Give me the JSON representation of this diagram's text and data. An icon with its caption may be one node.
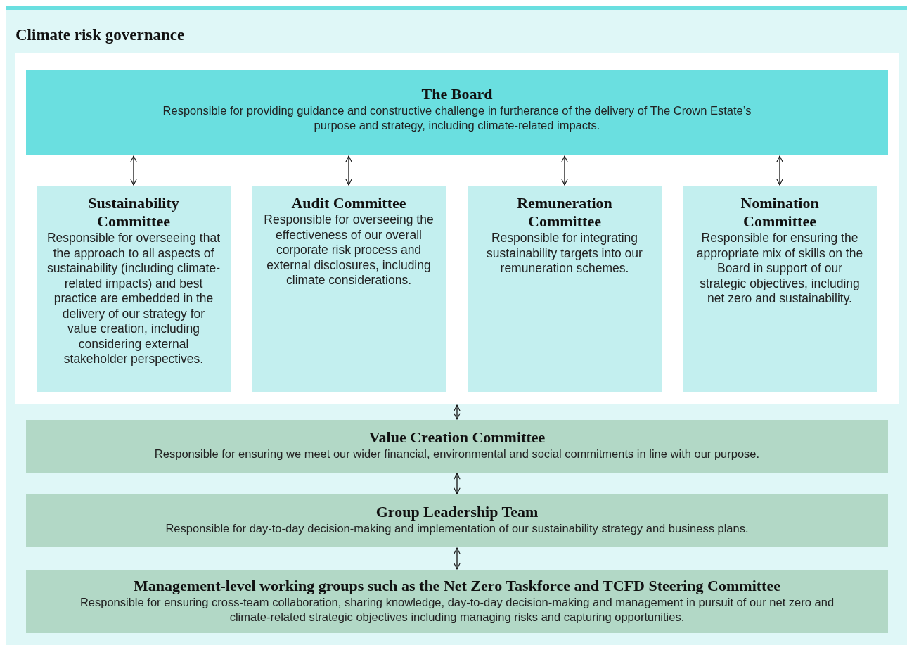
{
  "diagram": {
    "title": "Climate risk governance",
    "nodes": [
      {
        "text": [],
        "shape": "box"
      },
      {
        "text": [
          "The Board",
          "Responsible for providing guidance and constructive challenge in furtherance of the delivery of The Crown Estate’s purpose and strategy, including climate-related impacts."
        ],
        "in": 0
      },
      {
        "text": [
          "Sustainability Committee",
          "Responsible for overseeing that the approach to all aspects of sustainability (including climate-related impacts) and best practice are embedded in the delivery of our strategy for value creation, including considering external stakeholder perspectives."
        ],
        "in": 0
      },
      {
        "text": [
          "Audit Committee",
          "Responsible for overseeing the effectiveness of our overall corporate risk process and external disclosures, including climate considerations."
        ],
        "in": 0
      },
      {
        "text": [
          "Remuneration Committee",
          "Responsible for integrating sustainability targets into our remuneration schemes."
        ],
        "in": 0
      },
      {
        "text": [
          "Nomination Committee",
          "Responsible for ensuring the appropriate mix of skills on the Board in support of our strategic objectives, including net zero and sustainability."
        ],
        "in": 0
      },
      {
        "text": [
          "Value Creation Committee",
          "Responsible for ensuring we meet our wider financial, environmental and social commitments in line with our purpose."
        ]
      },
      {
        "text": [
          "Group Leadership Team",
          "Responsible for day-to-day decision-making and implementation of our sustainability strategy and business plans."
        ]
      },
      {
        "text": [
          "Management-level working groups such as the Net Zero Taskforce and TCFD Steering Committee",
          "Responsible for ensuring cross-team collaboration, sharing knowledge, day-to-day decision-making and management in pursuit of our net zero and climate-related strategic objectives including managing risks and capturing opportunities."
        ]
      }
    ],
    "edges": [
      {
        "from": 1,
        "to": 2,
        "arrow": "both"
      },
      {
        "from": 1,
        "to": 3,
        "arrow": "both"
      },
      {
        "from": 1,
        "to": 4,
        "arrow": "both"
      },
      {
        "from": 1,
        "to": 5,
        "arrow": "both"
      },
      {
        "from": 0,
        "to": 6,
        "arrow": "both"
      },
      {
        "from": 6,
        "to": 7,
        "arrow": "both"
      },
      {
        "from": 7,
        "to": 8,
        "arrow": "both"
      }
    ]
  }
}
